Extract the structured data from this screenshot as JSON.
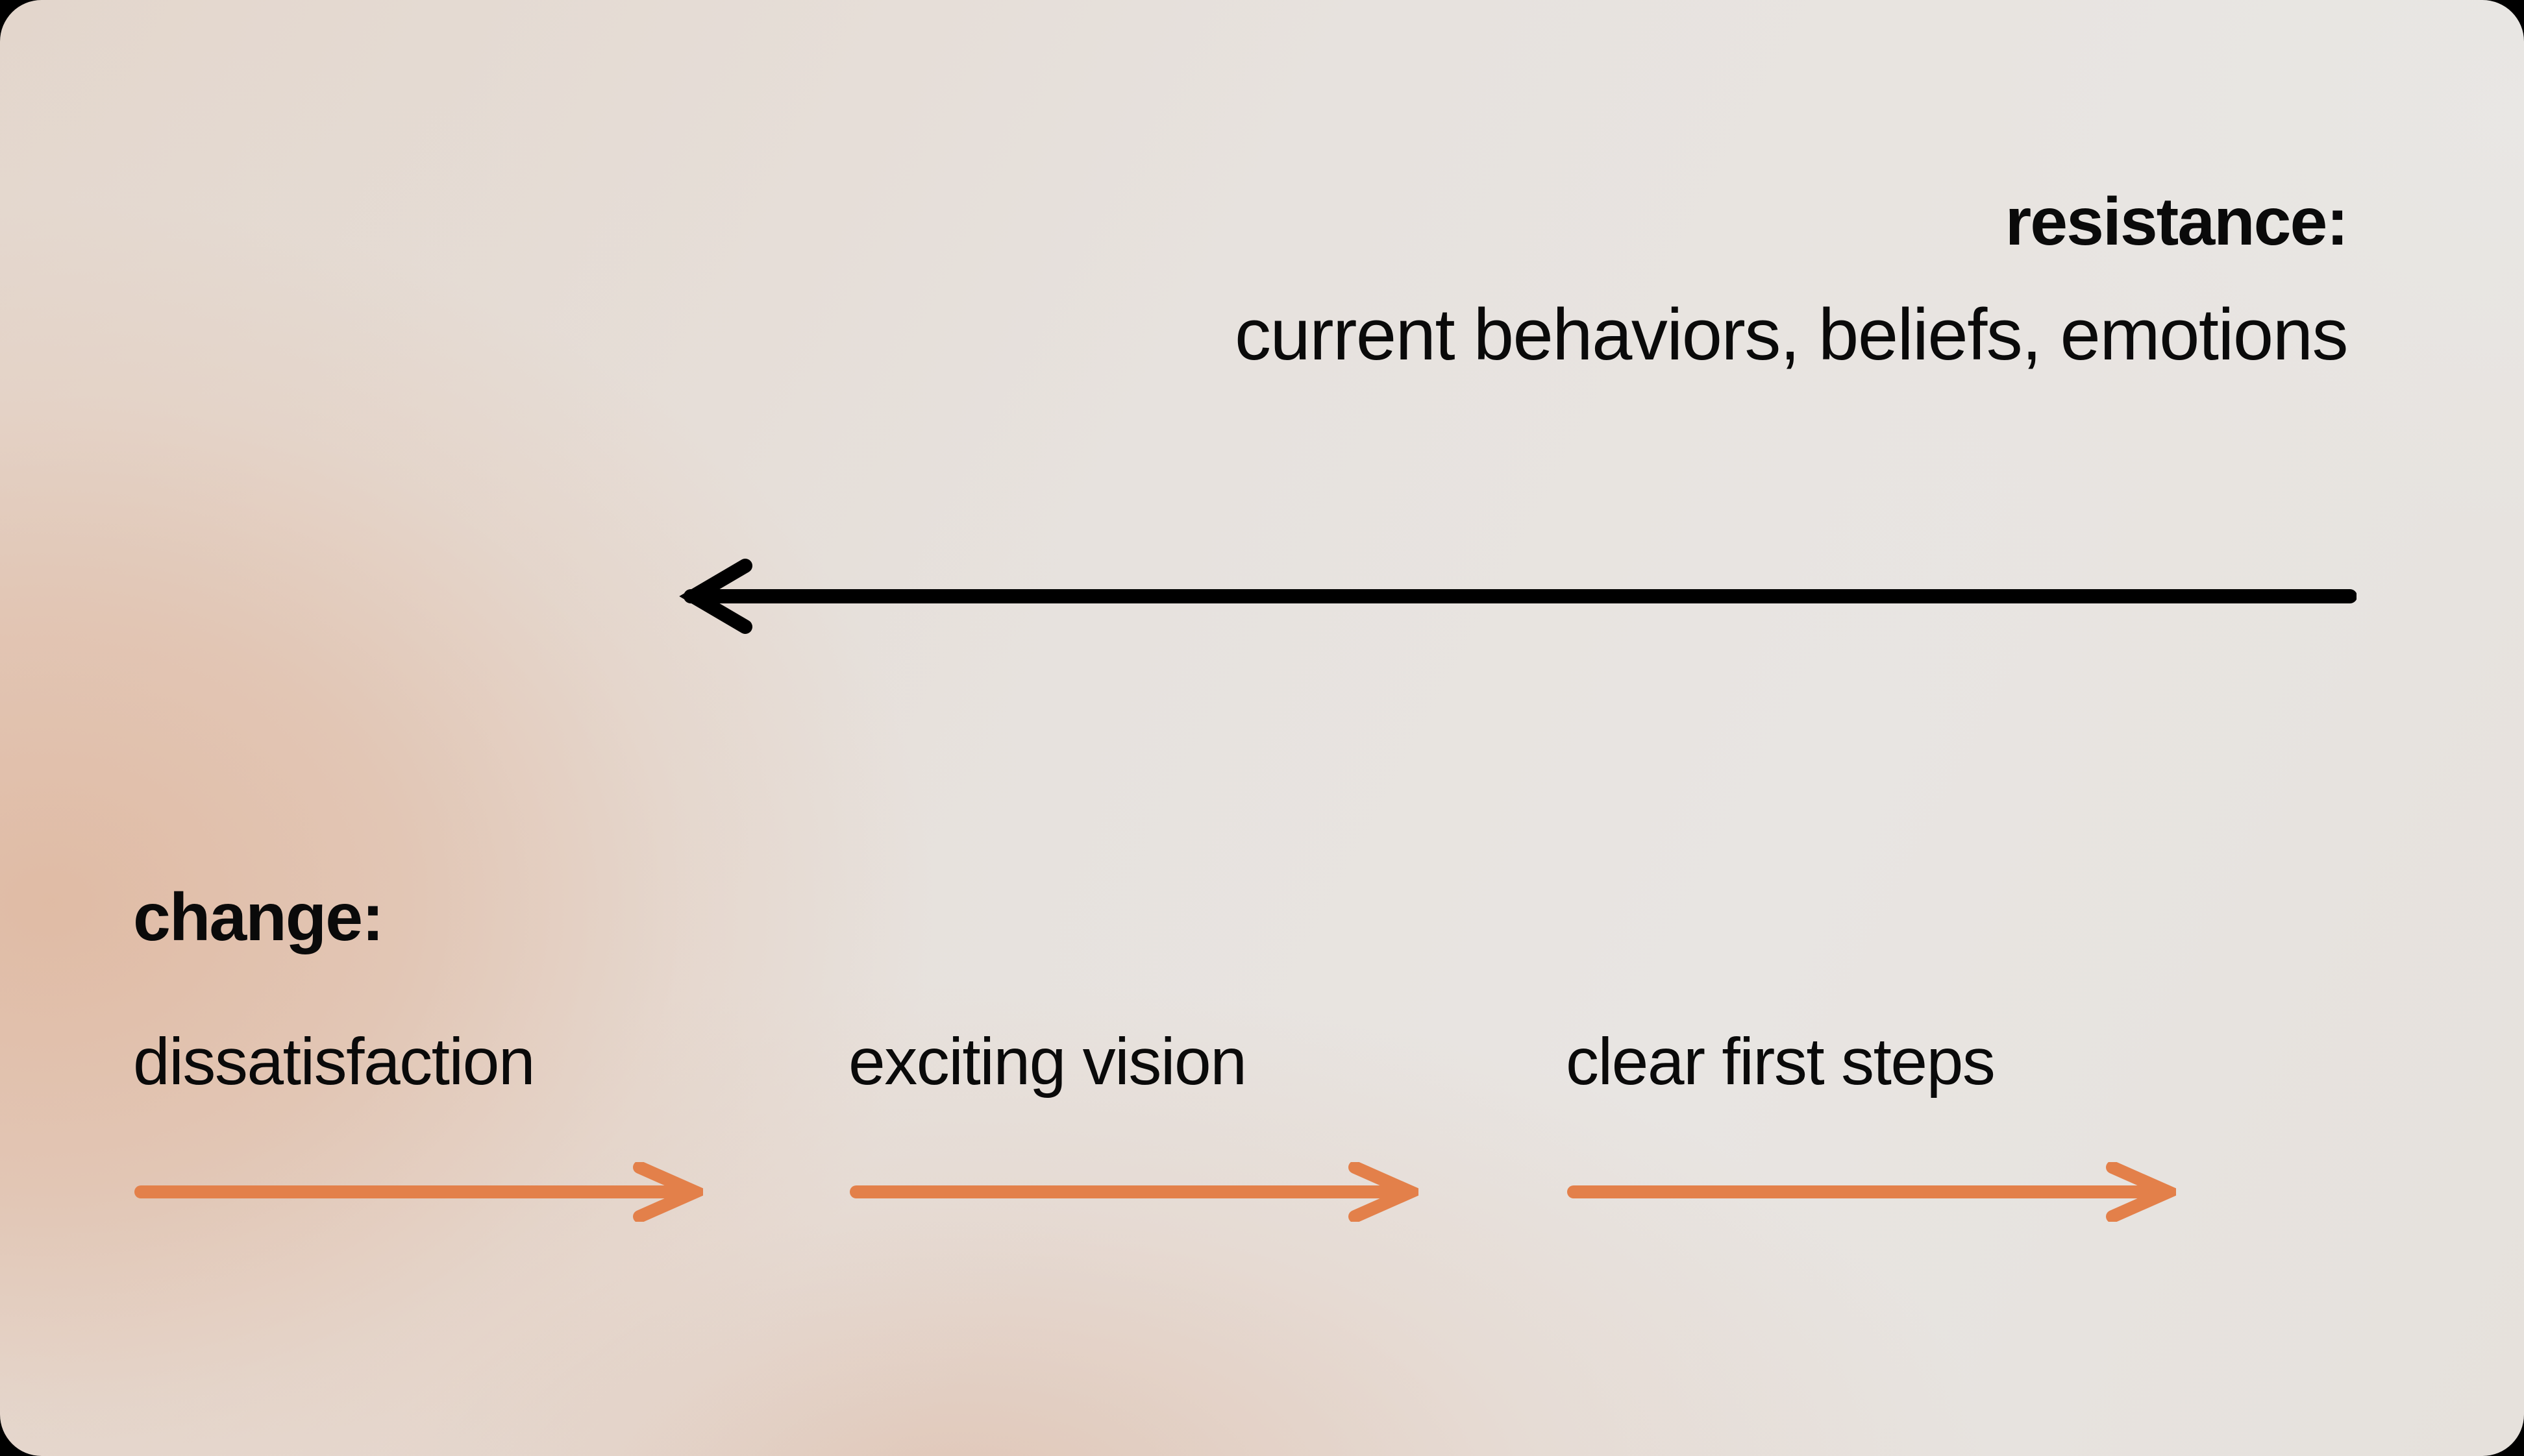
{
  "slide": {
    "background_start": "#E3D6CC",
    "background_end": "#E8E5E2",
    "accent_color": "#E3804A",
    "ink_color": "#0A0A0A",
    "frame_color": "#000000"
  },
  "resistance": {
    "heading": "resistance:",
    "description": "current behaviors, beliefs, emotions",
    "arrow_direction": "left",
    "arrow_color": "#000000"
  },
  "change": {
    "heading": "change:",
    "arrow_direction": "right",
    "arrow_color": "#E3804A",
    "columns": [
      {
        "label": "dissatisfaction"
      },
      {
        "label": "exciting vision"
      },
      {
        "label": "clear first steps"
      }
    ]
  }
}
